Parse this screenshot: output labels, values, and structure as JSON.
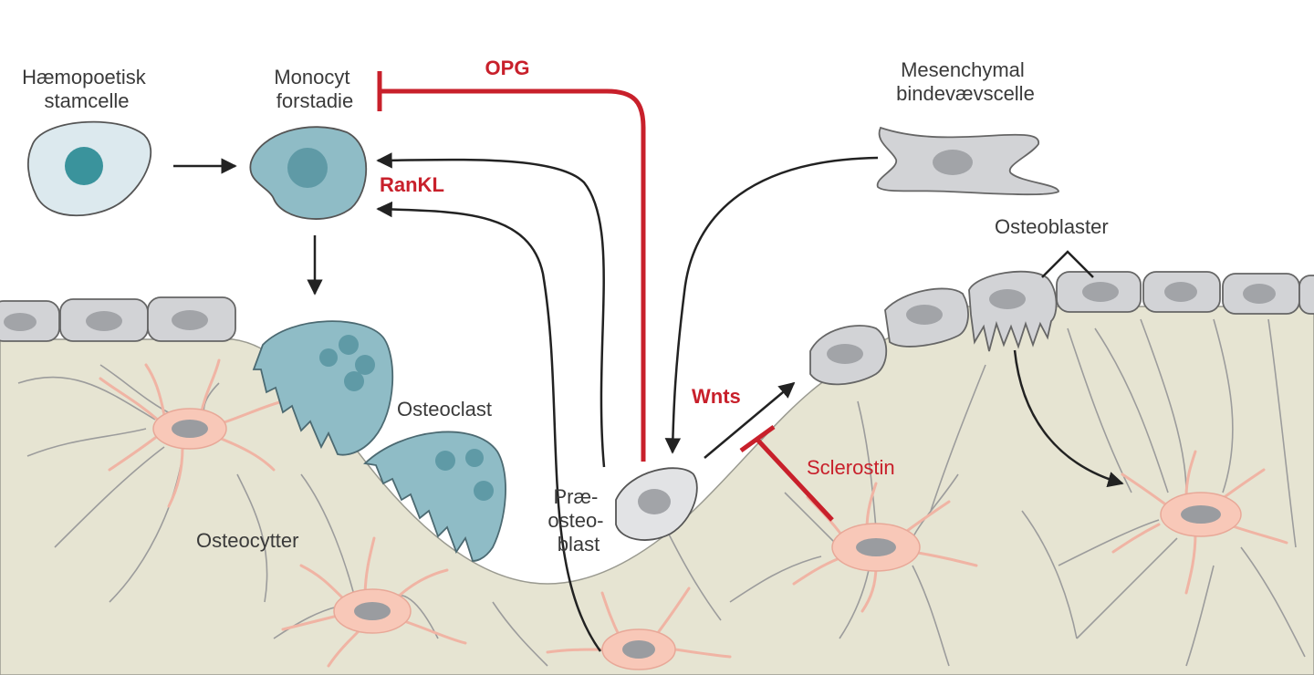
{
  "labels": {
    "haemopoietic": [
      "Hæmopoetisk",
      "stamcelle"
    ],
    "monocyte": [
      "Monocyt",
      "forstadie"
    ],
    "opg": "OPG",
    "rankl": "RanKL",
    "mesenchymal": [
      "Mesenchymal",
      "bindevævscelle"
    ],
    "osteoblasts": "Osteoblaster",
    "osteoclast": "Osteoclast",
    "wnts": "Wnts",
    "sclerostin": "Sclerostin",
    "preosteoblast": [
      "Præ-",
      "osteo-",
      "blast"
    ],
    "osteocytes": "Osteocytter"
  },
  "colors": {
    "red": "#c8202b",
    "bone": "#e6e4d2",
    "osteoclast": "#8fbcc6",
    "osteocyte": "#f8c8b8",
    "lining_cell": "#d2d3d6"
  }
}
